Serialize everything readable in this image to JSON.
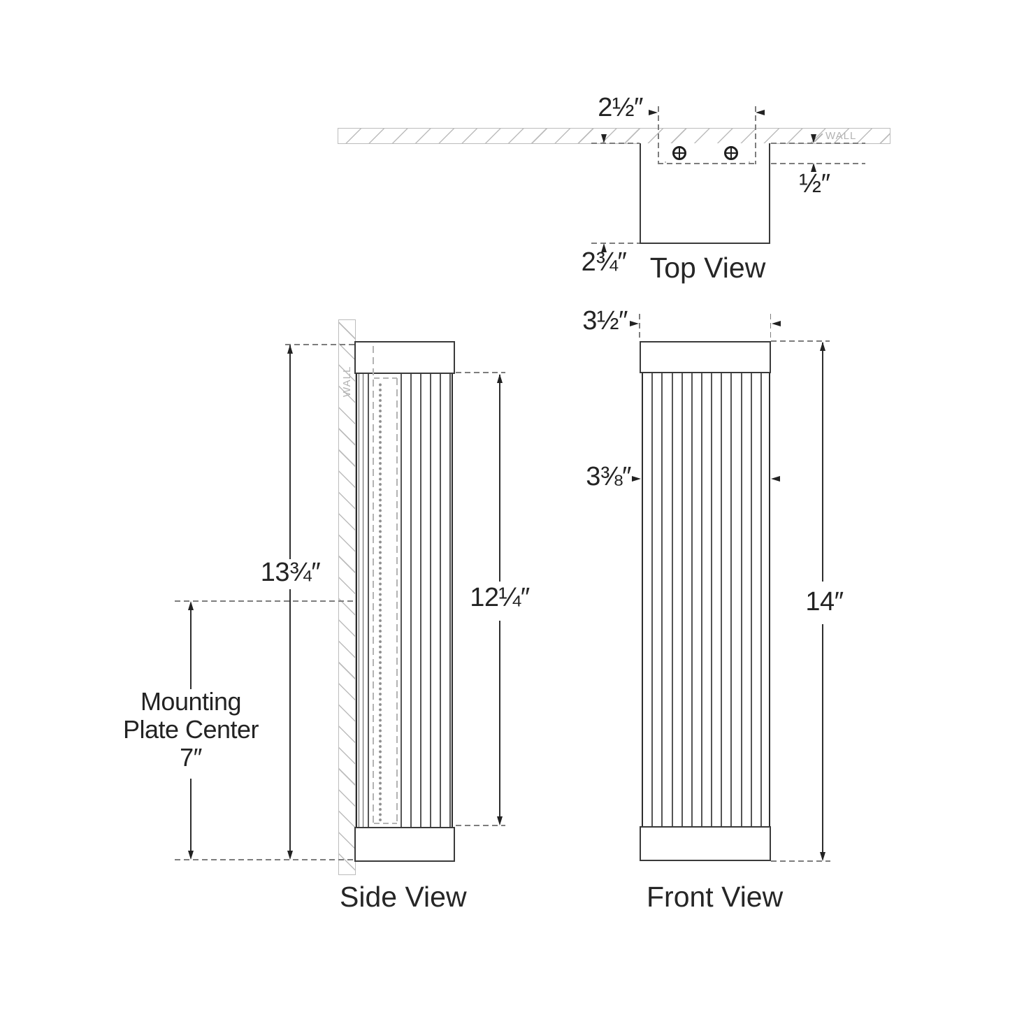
{
  "drawing": {
    "type": "wall-sconce dimension drawing",
    "views": {
      "top": {
        "title": "Top View",
        "wall_label": "WALL",
        "dim_screw_spacing": "2½″",
        "dim_recess": "½″",
        "dim_depth": "2¾″"
      },
      "side": {
        "title": "Side View",
        "wall_label": "WALL",
        "dim_backplate_height": "13¾″",
        "dim_glass_height": "12¼″",
        "mounting_line1": "Mounting",
        "mounting_line2": "Plate Center",
        "mounting_value": "7″"
      },
      "front": {
        "title": "Front View",
        "dim_width": "3½″",
        "dim_glass_width": "3⅜″",
        "dim_height": "14″"
      }
    },
    "colors": {
      "line": "#3a3a3a",
      "text": "#232323",
      "hidden_detail": "#b3b3b3",
      "wall_hatch": "#bcbcbc",
      "background": "#ffffff"
    }
  }
}
